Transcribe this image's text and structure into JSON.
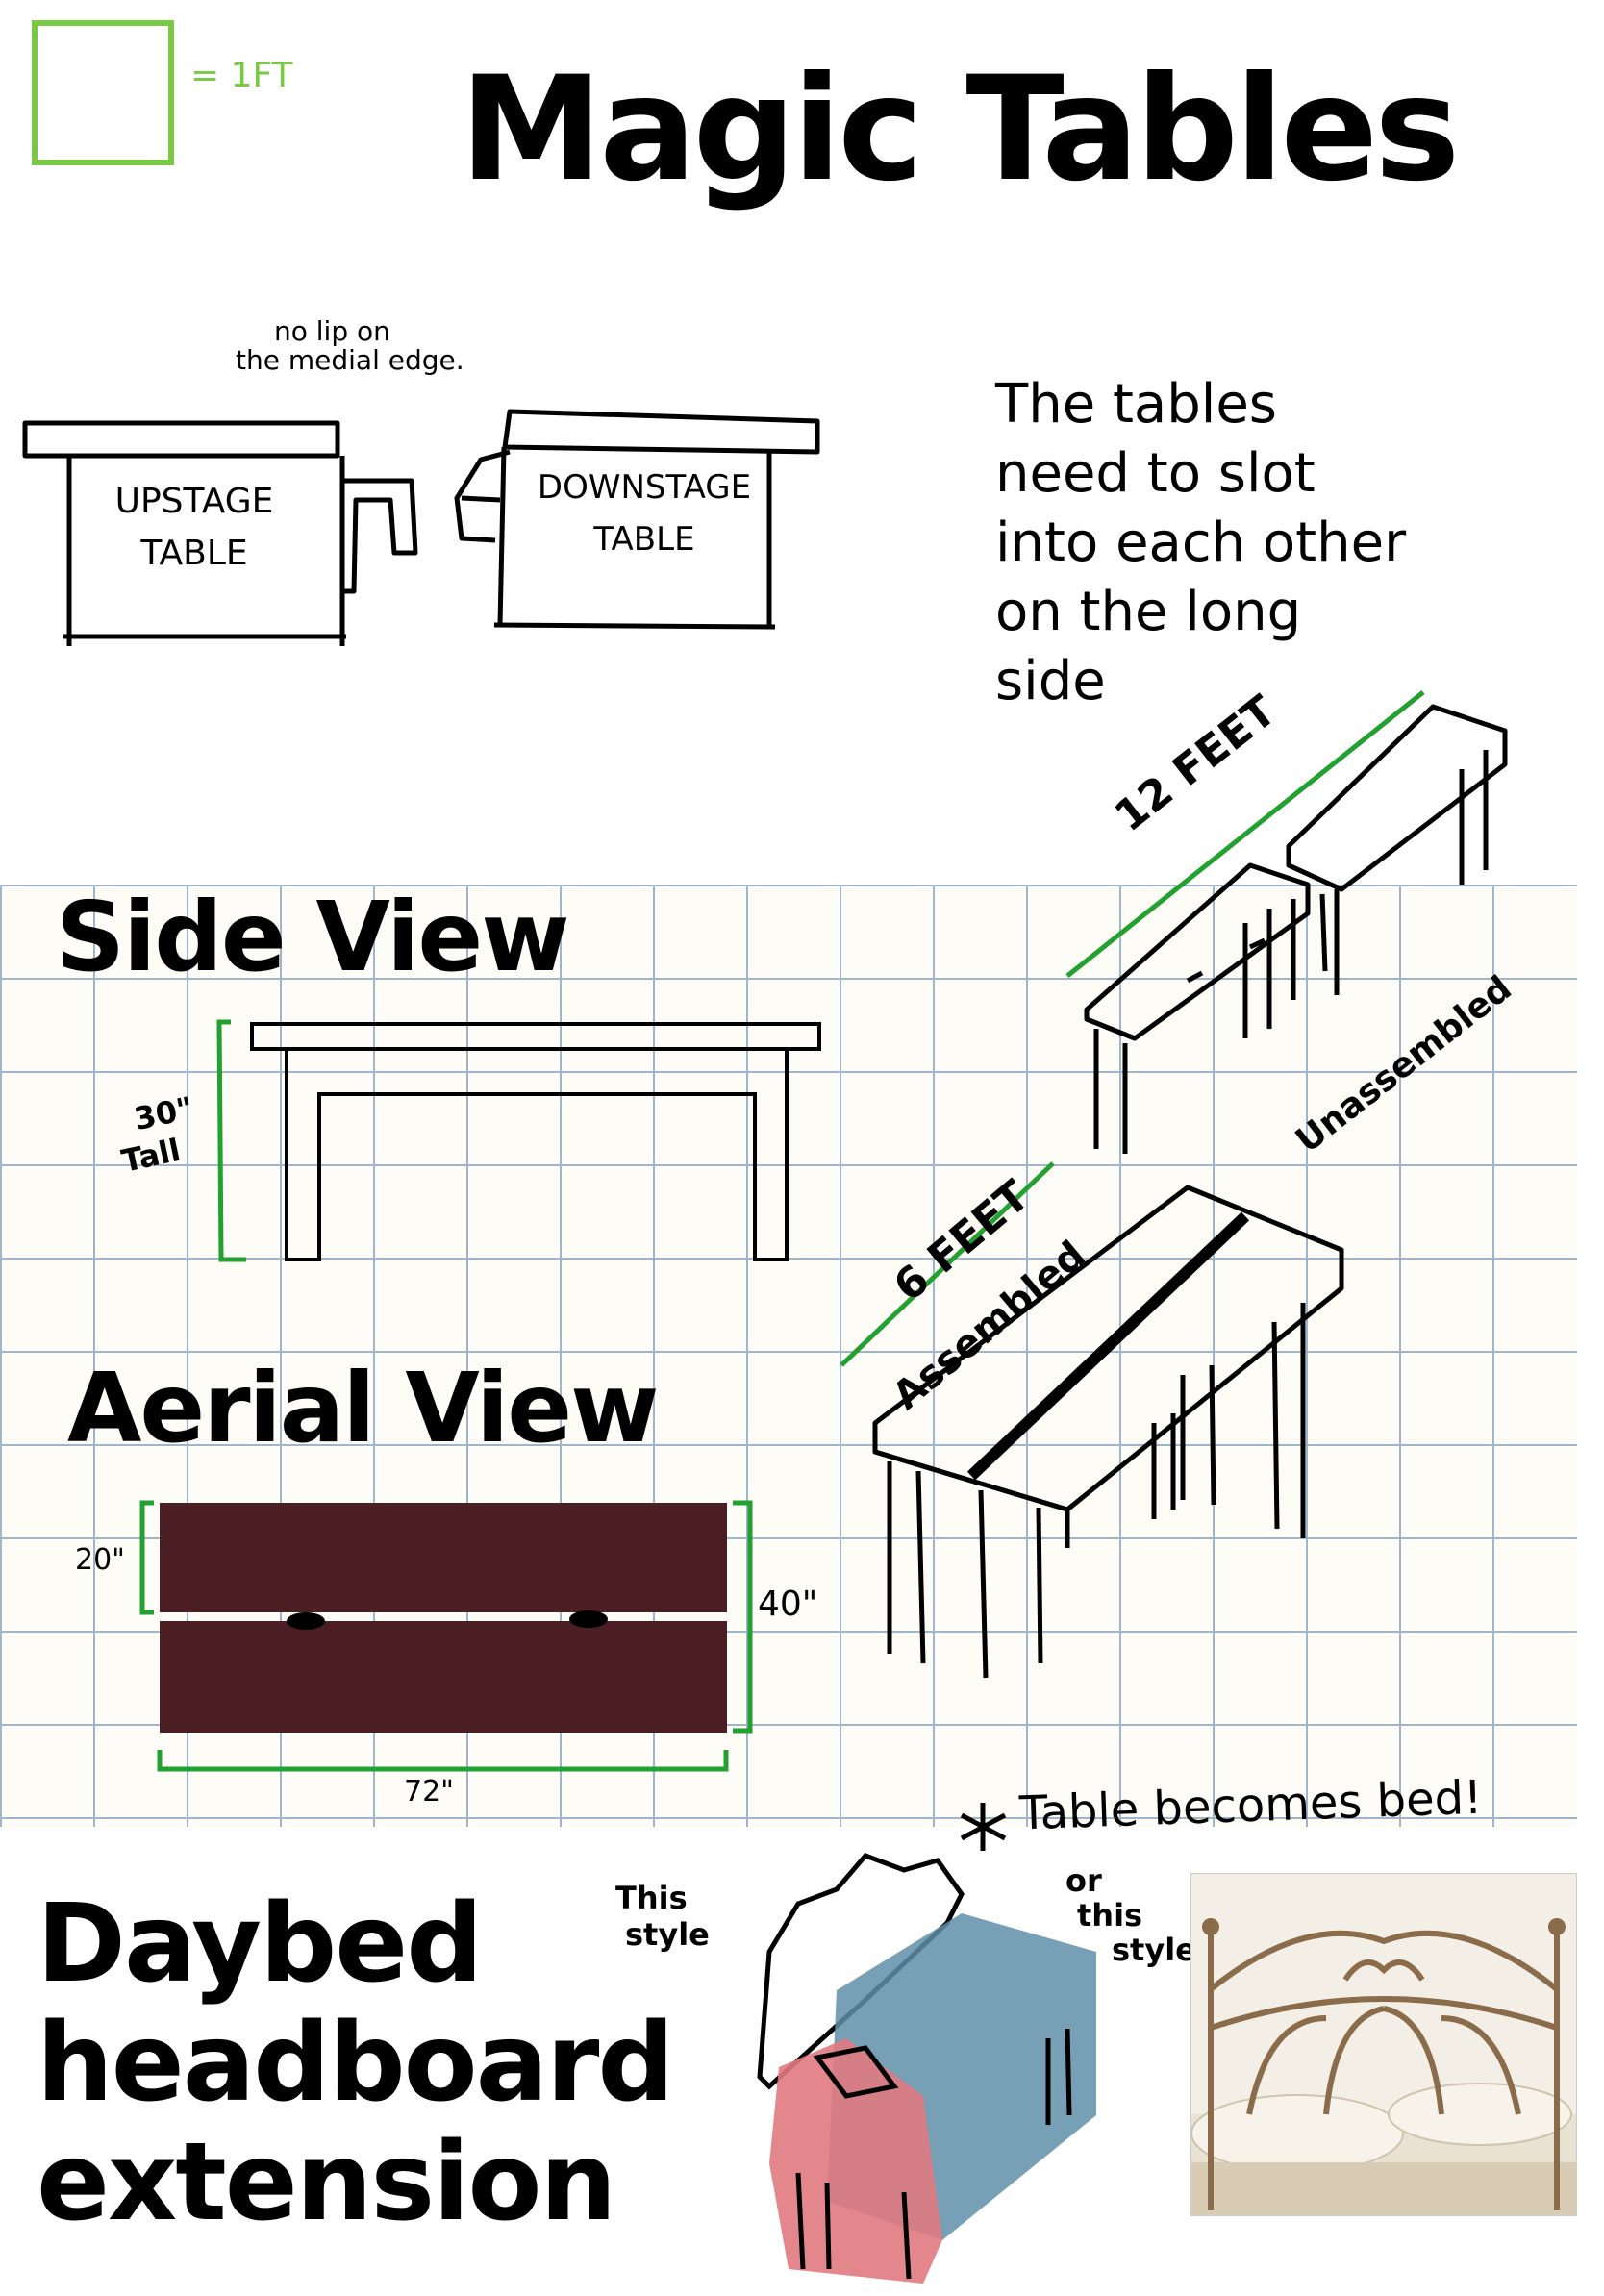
{
  "scale": {
    "label": "= 1FT"
  },
  "title": "Magic Tables",
  "notes": {
    "no_lip": [
      "no lip on",
      "the medial edge."
    ],
    "slot": [
      "The tables",
      "need to slot",
      "into each other",
      "on the long",
      "side"
    ],
    "becomes_bed": "Table becomes bed!",
    "this_style": [
      "This",
      "style"
    ],
    "or_this_style": [
      "or",
      "this",
      "style"
    ]
  },
  "tables": {
    "upstage": [
      "UPSTAGE",
      "TABLE"
    ],
    "downstage": [
      "DOWNSTAGE",
      "TABLE"
    ]
  },
  "side_view": {
    "heading": "Side View",
    "height_label": [
      "30\"",
      "Tall"
    ]
  },
  "aerial_view": {
    "heading": "Aerial View",
    "half_width": "20\"",
    "full_width": "40\"",
    "length": "72\""
  },
  "iso": {
    "unassembled_length": "12 FEET",
    "unassembled_label": "Unassembled",
    "assembled_length": "6 FEET",
    "assembled_label": "Assembled"
  },
  "daybed": {
    "heading": [
      "Daybed",
      "headboard",
      "extension"
    ]
  },
  "colors": {
    "grid_line": "#9fb5cc",
    "grid_bg": "#fdfcf6",
    "green": "#22a030",
    "scale_square": "#7ac943",
    "table_top": "#4a1e22",
    "blue_overlay": "#5f8ea8",
    "red_overlay": "#e07a80"
  }
}
